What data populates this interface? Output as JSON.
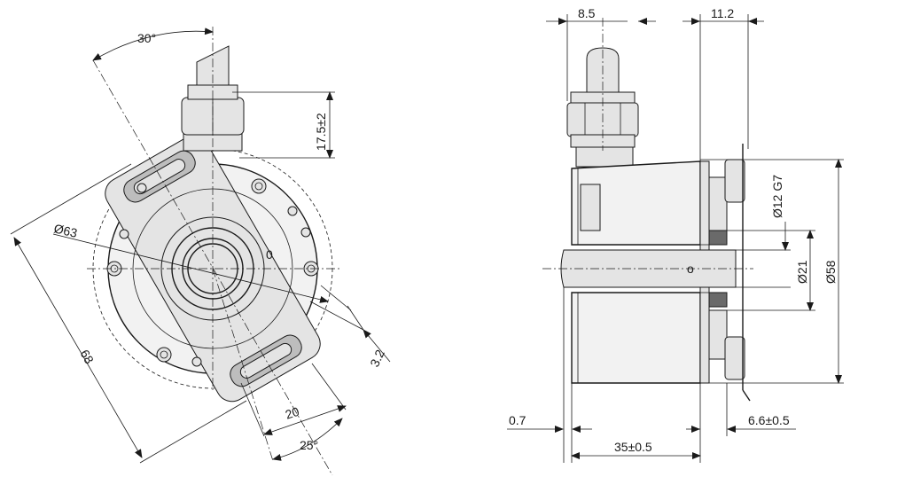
{
  "front_view": {
    "angle_top": "30°",
    "diameter_outer": "Ø63",
    "width_total": "68",
    "cable_length": "17.5±2",
    "slot_width": "3.2",
    "slot_distance": "20",
    "angle_bottom": "25°",
    "marker": "0"
  },
  "side_view": {
    "cable_gland_width": "8.5",
    "flange_width": "11.2",
    "bore_diameter": "Ø12 G7",
    "hub_diameter": "Ø21",
    "body_diameter": "Ø58",
    "offset_left": "0.7",
    "body_length": "35±0.5",
    "flange_offset": "6.6±0.5"
  }
}
